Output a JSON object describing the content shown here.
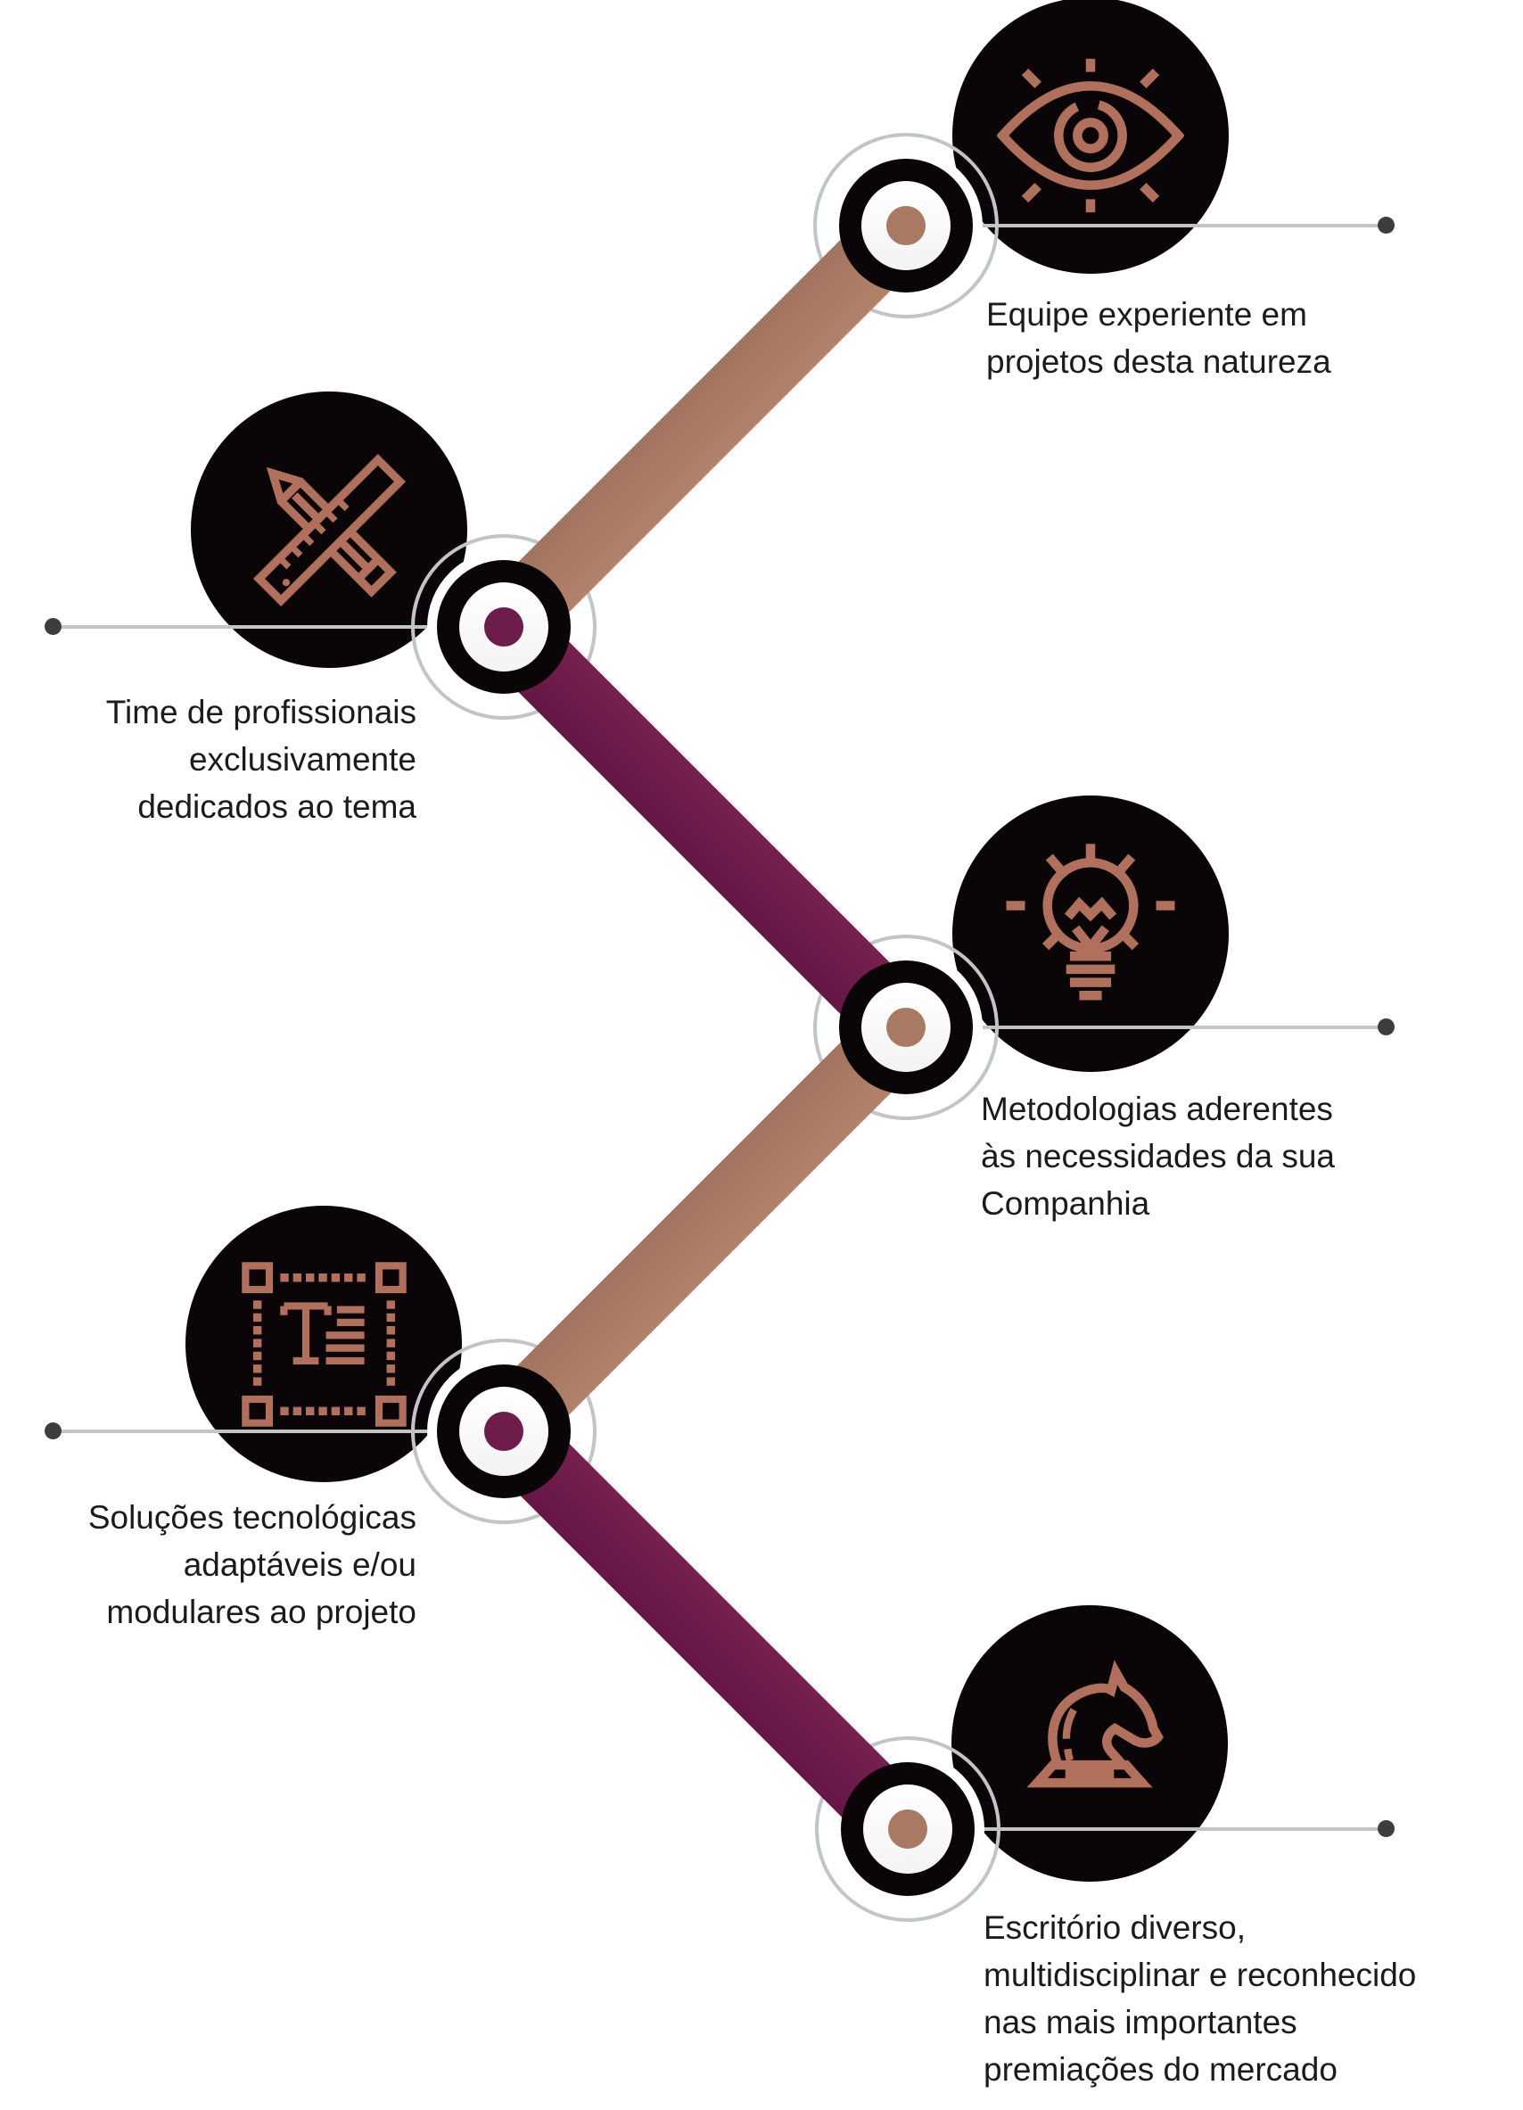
{
  "diagram": {
    "type": "zigzag-timeline-infographic",
    "background": "#ffffff"
  },
  "colors": {
    "accent-icon": "#b1705b",
    "circle-black": "#0a0506",
    "band-rose": "#b28269",
    "band-maroon": "#76204f",
    "dot-rose": "#a97a63",
    "dot-maroon": "#6e1d4a",
    "guide-gray": "#c2c5c8",
    "end-dot-gray": "#3d3d3d",
    "text": "#1b1b1b"
  },
  "nodes": [
    {
      "id": "equipe",
      "icon": "eye-icon",
      "side": "right",
      "label_lines": [
        "Equipe experiente em",
        "projetos desta natureza"
      ]
    },
    {
      "id": "time",
      "icon": "pencil-ruler-icon",
      "side": "left",
      "label_lines": [
        "Time de profissionais",
        "exclusivamente",
        "dedicados ao tema"
      ]
    },
    {
      "id": "metodologias",
      "icon": "lightbulb-icon",
      "side": "right",
      "label_lines": [
        "Metodologias aderentes",
        "às necessidades da sua",
        "Companhia"
      ]
    },
    {
      "id": "solucoes",
      "icon": "text-frame-icon",
      "side": "left",
      "label_lines": [
        "Soluções tecnológicas",
        "adaptáveis e/ou",
        "modulares ao projeto"
      ]
    },
    {
      "id": "escritorio",
      "icon": "chess-knight-icon",
      "side": "right",
      "label_lines": [
        "Escritório diverso,",
        "multidisciplinar e reconhecido",
        "nas mais importantes",
        "premiações do mercado"
      ]
    }
  ]
}
